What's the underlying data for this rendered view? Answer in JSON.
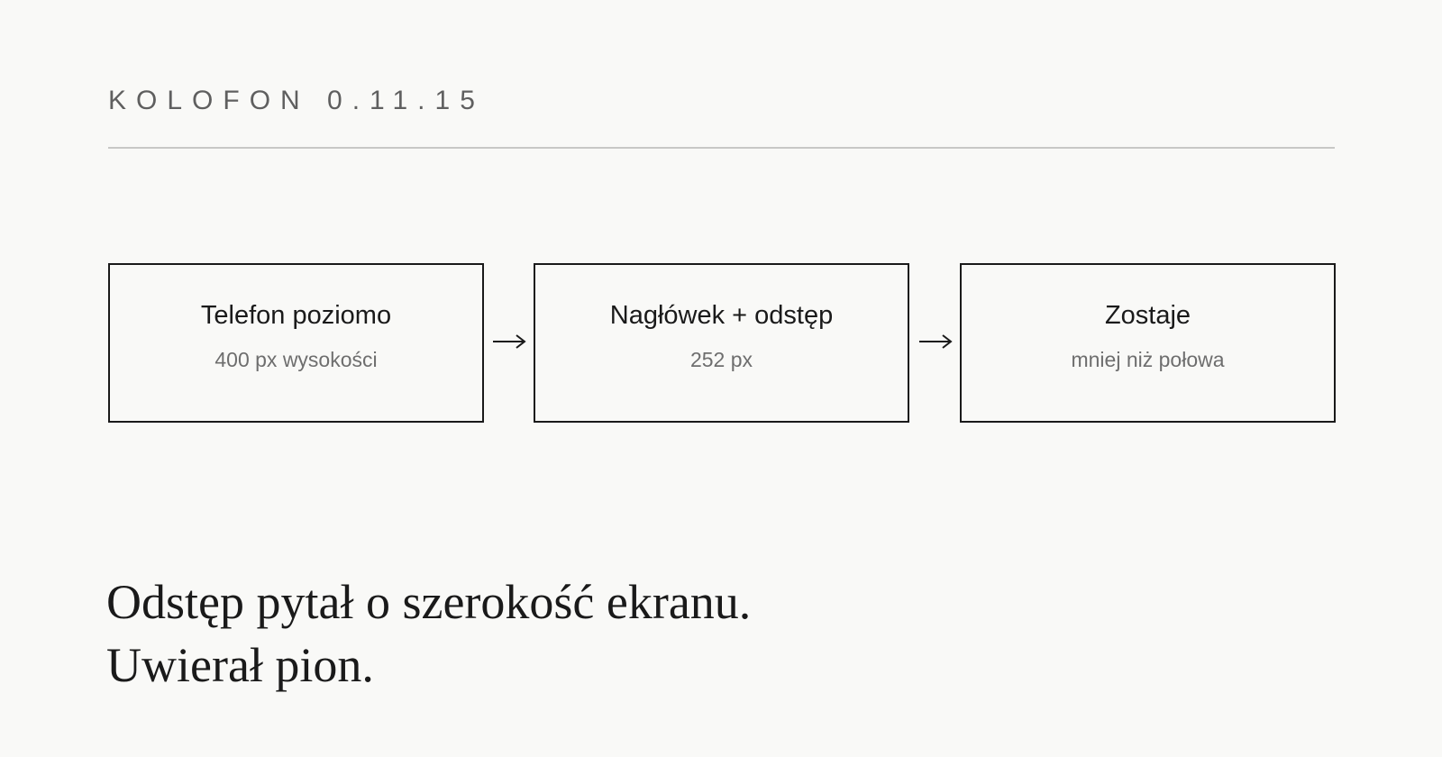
{
  "header": {
    "title": "KOLOFON 0.11.15"
  },
  "flow": {
    "steps": [
      {
        "title": "Telefon poziomo",
        "subtitle": "400 px wysokości"
      },
      {
        "title": "Nagłówek + odstęp",
        "subtitle": "252 px"
      },
      {
        "title": "Zostaje",
        "subtitle": "mniej niż połowa"
      }
    ],
    "connector_icon": "right-arrow-icon"
  },
  "statement": {
    "lines": [
      "Odstęp pytał o szerokość ekranu.",
      "Uwierał pion."
    ]
  },
  "colors": {
    "background": "#f9f9f7",
    "ink": "#1a1a1a",
    "muted": "#6e6e6e",
    "rule": "#c8c8c6"
  }
}
